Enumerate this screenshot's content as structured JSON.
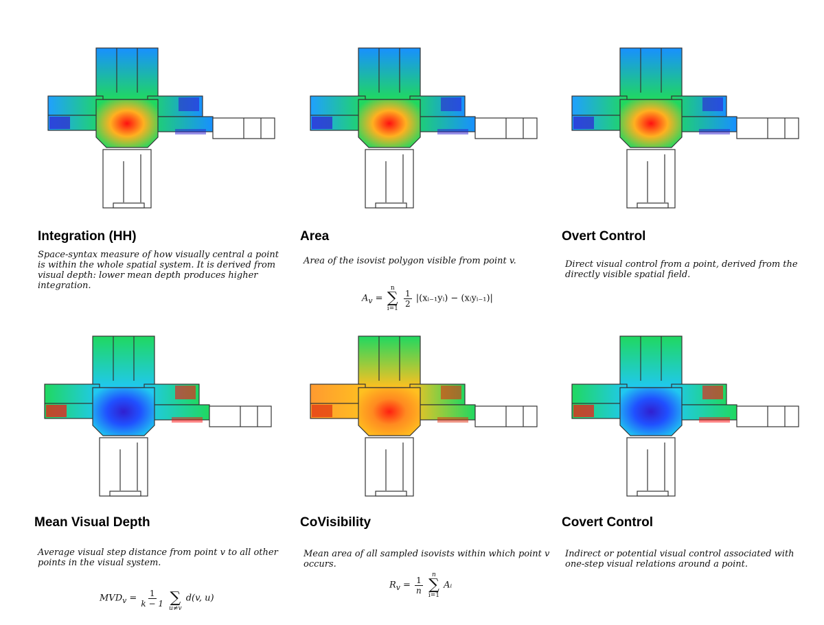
{
  "colors": {
    "low": "#3020d0",
    "mid": "#20d860",
    "high": "#ff1010"
  },
  "panels": [
    {
      "id": "integration",
      "title": "Integration (HH)",
      "map": "red-core",
      "description": "Space-syntax measure of how visually central a point is within the whole spatial system. It is derived from visual depth: lower mean depth produces higher integration.",
      "formula": null
    },
    {
      "id": "area",
      "title": "Area",
      "map": "red-core",
      "description": "Area of the isovist polygon visible from point v.",
      "formula": {
        "lhs": "A",
        "sub": "v",
        "sum_upper": "n",
        "sum_lower": "i=1",
        "frac_num": "1",
        "frac_den": "2",
        "rhs": "|(xᵢ₋₁yᵢ) − (xᵢyᵢ₋₁)|"
      }
    },
    {
      "id": "overt",
      "title": "Overt Control",
      "map": "red-core",
      "description": "Direct visual control from a point, derived from the directly visible spatial field.",
      "formula": null
    },
    {
      "id": "mvd",
      "title": "Mean Visual Depth",
      "map": "blue-core",
      "description": "Average visual step distance from point v to all other points in the visual system.",
      "formula": {
        "lhs": "MVD",
        "sub": "v",
        "frac_num": "1",
        "frac_den": "k − 1",
        "sum_lower": "u≠v",
        "rhs": "d(v, u)"
      }
    },
    {
      "id": "covis",
      "title": "CoVisibility",
      "map": "warm",
      "description": "Mean area of all sampled isovists within which point v occurs.",
      "formula": {
        "lhs": "R",
        "sub": "v",
        "frac_num": "1",
        "frac_den": "n",
        "sum_upper": "n",
        "sum_lower": "i=1",
        "rhs": "Aᵢ"
      }
    },
    {
      "id": "covert",
      "title": "Covert Control",
      "map": "blue-core",
      "description": "Indirect or potential visual control associated with one-step visual relations around a point.",
      "formula": null
    }
  ]
}
